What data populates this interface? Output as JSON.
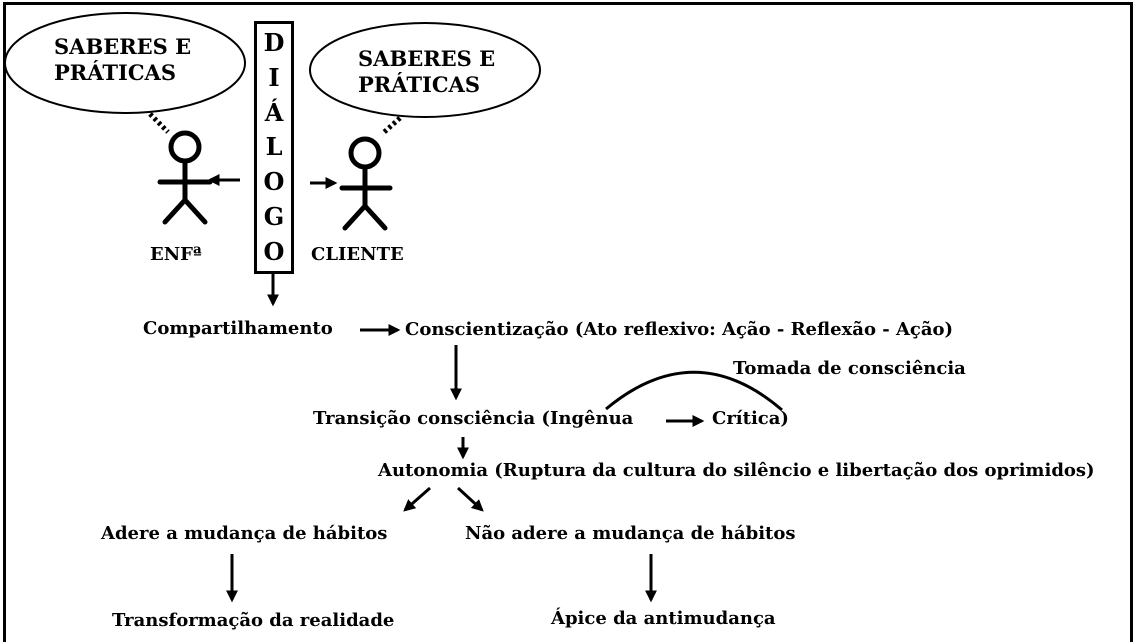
{
  "diagram": {
    "left_bubble": {
      "line1": "SABERES E",
      "line2": "PRÁTICAS"
    },
    "right_bubble": {
      "line1": "SABERES E",
      "line2": "PRÁTICAS"
    },
    "dialogue_letters": [
      "D",
      "I",
      "Á",
      "L",
      "O",
      "G",
      "O"
    ],
    "nurse_label": "ENFª",
    "client_label": "CLIENTE",
    "sharing": "Compartilhamento",
    "awareness": "Conscientização (Ato reflexivo: Ação - Reflexão - Ação)",
    "awareness_taking": "Tomada de consciência",
    "transition": "Transição consciência (Ingênua",
    "critical": "Crítica)",
    "autonomy": "Autonomia (Ruptura da cultura do silêncio e libertação dos oprimidos)",
    "adheres": "Adere a mudança de hábitos",
    "not_adheres": "Não adere a mudança de hábitos",
    "transformation": "Transformação da realidade",
    "apex": "Ápice da antimudança"
  }
}
